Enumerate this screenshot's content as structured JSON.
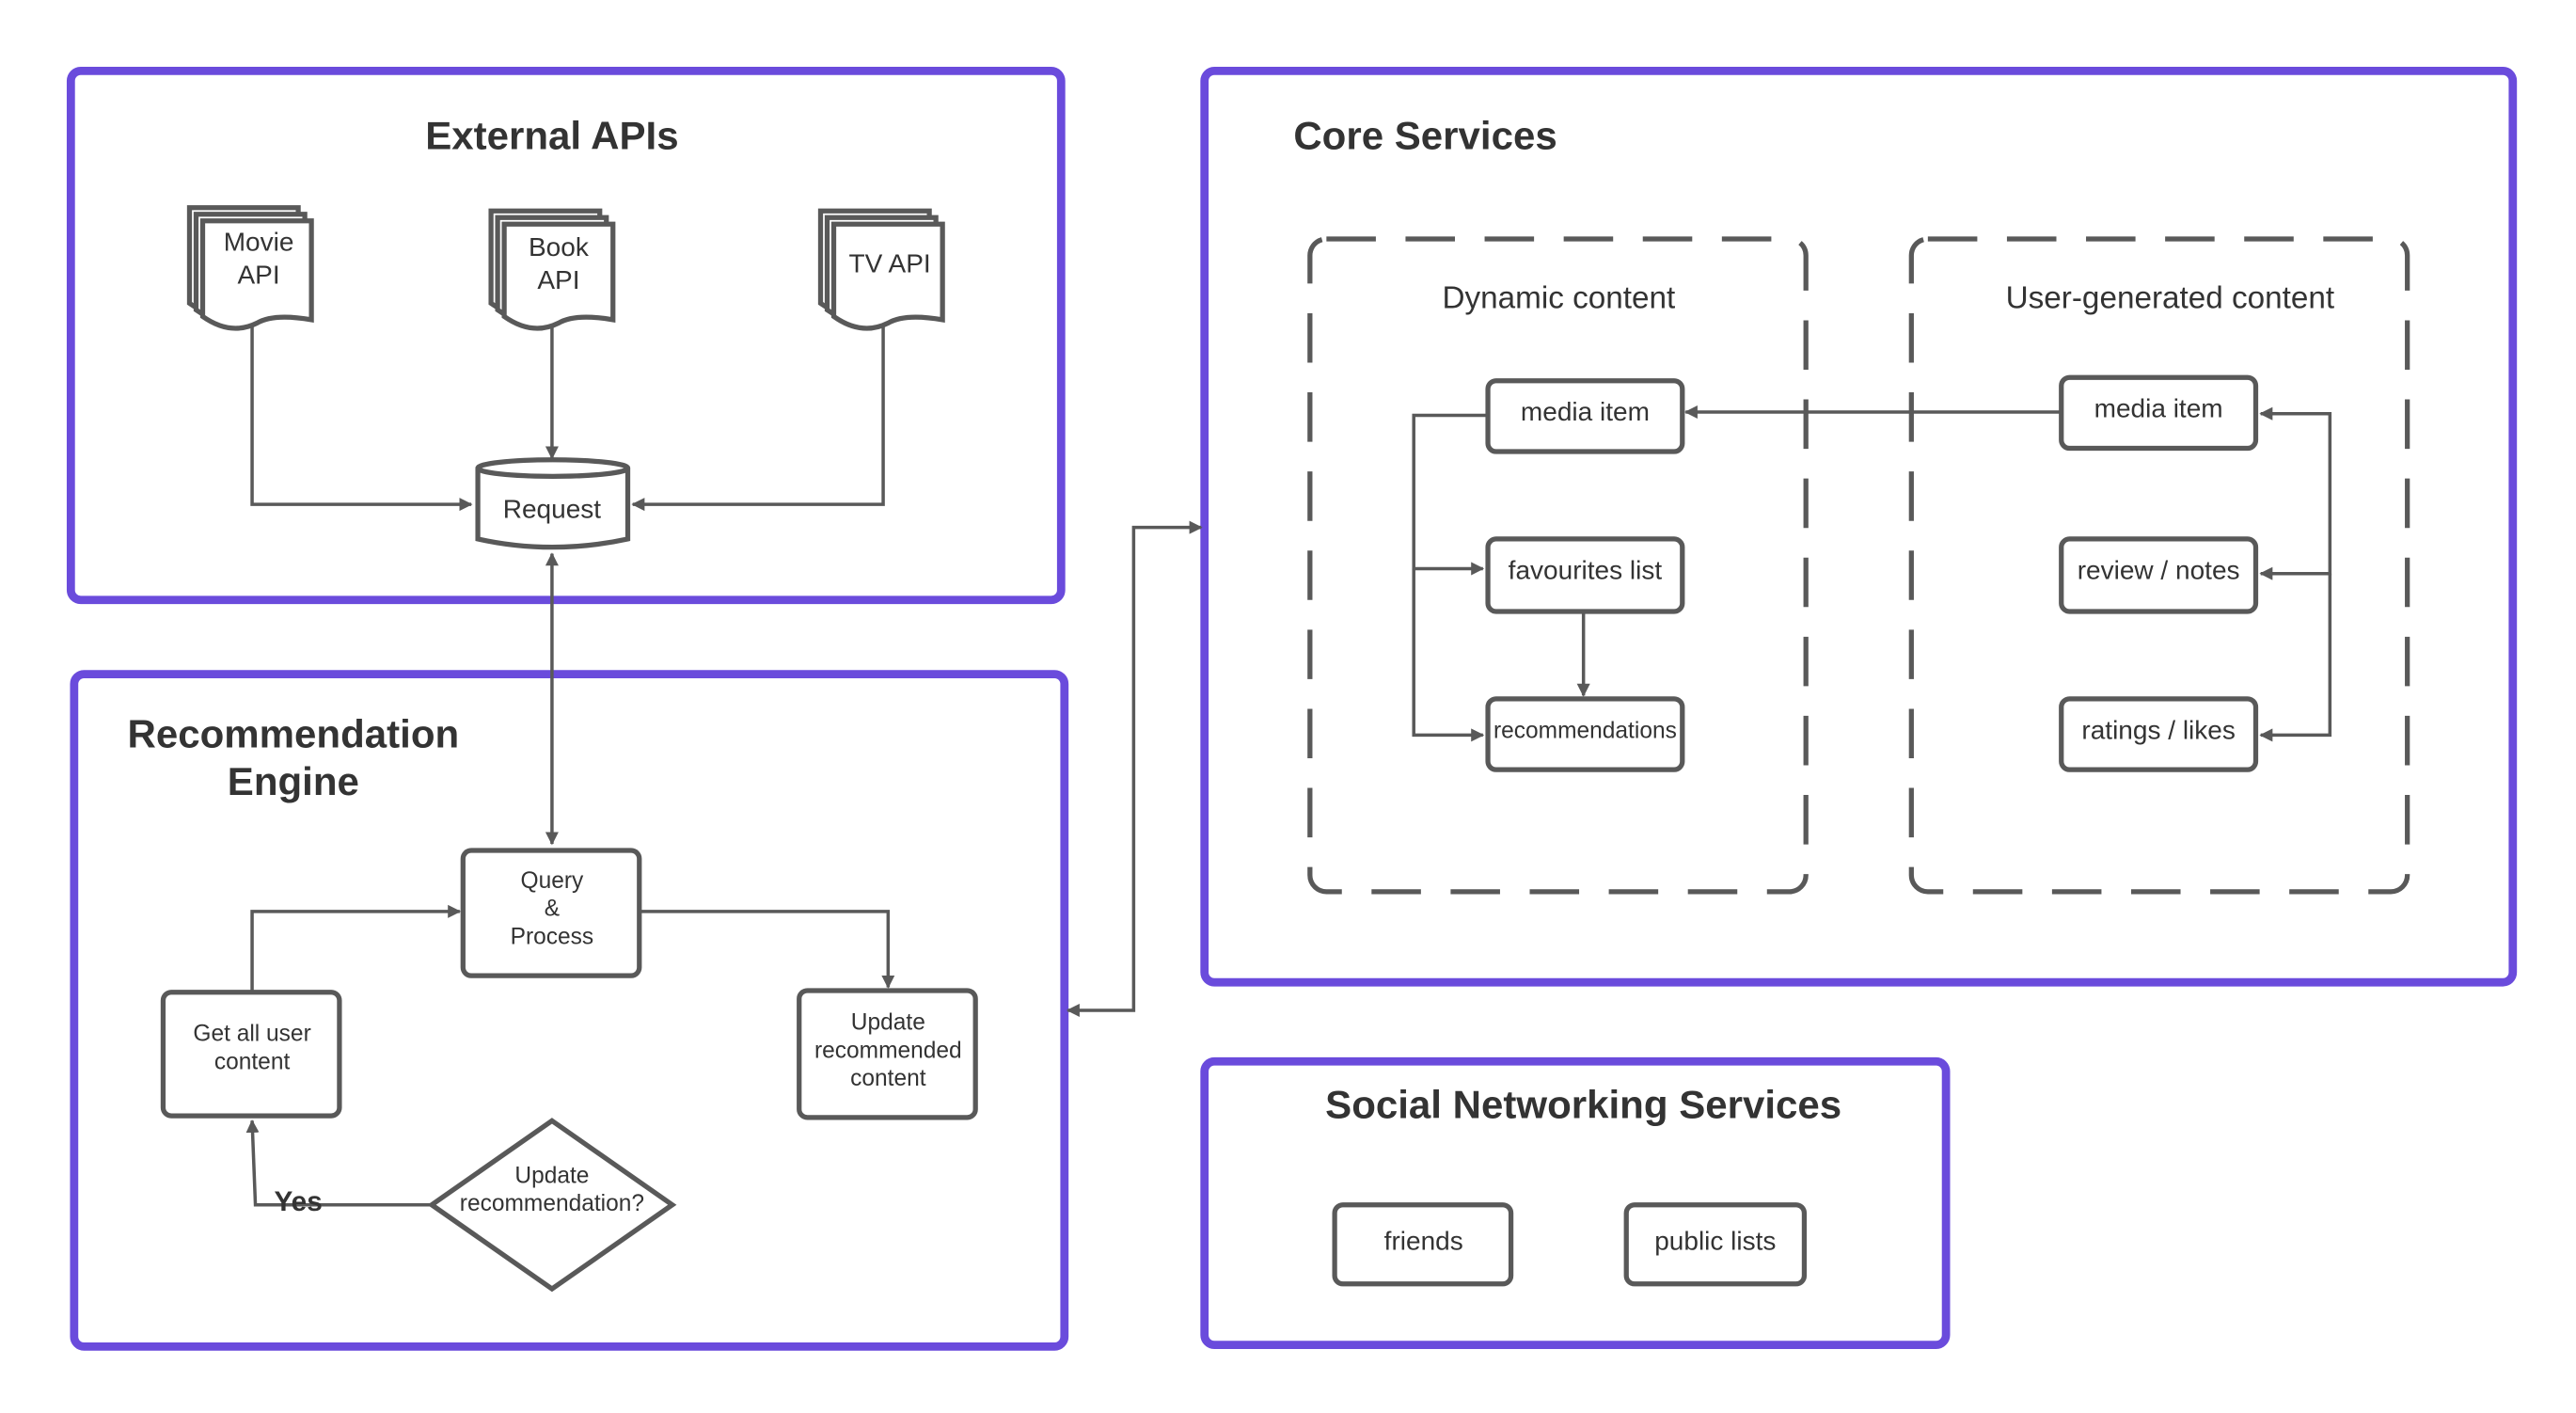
{
  "groups": {
    "external_apis": "External APIs",
    "recommendation_engine": [
      "Recommendation",
      "Engine"
    ],
    "core_services": "Core Services",
    "social_networking": "Social Networking Services"
  },
  "subgroups": {
    "dynamic": "Dynamic content",
    "user_generated": "User-generated content"
  },
  "nodes": {
    "movie_api": [
      "Movie",
      "API"
    ],
    "book_api": [
      "Book",
      "API"
    ],
    "tv_api": "TV API",
    "request": "Request",
    "query_process": [
      "Query",
      "&",
      "Process"
    ],
    "get_all_user_content": [
      "Get all user",
      "content"
    ],
    "update_recommended_content": [
      "Update",
      "recommended",
      "content"
    ],
    "update_recommendation": [
      "Update",
      "recommendation?"
    ],
    "dyn_media_item": "media item",
    "favourites_list": "favourites list",
    "recommendations": "recommendations",
    "ugc_media_item": "media item",
    "review_notes": "review / notes",
    "ratings_likes": "ratings / likes",
    "friends": "friends",
    "public_lists": "public lists"
  },
  "edge_labels": {
    "yes": "Yes"
  },
  "colors": {
    "group_border": "#6a4bdc",
    "node_stroke": "#595959",
    "text": "#333333"
  }
}
